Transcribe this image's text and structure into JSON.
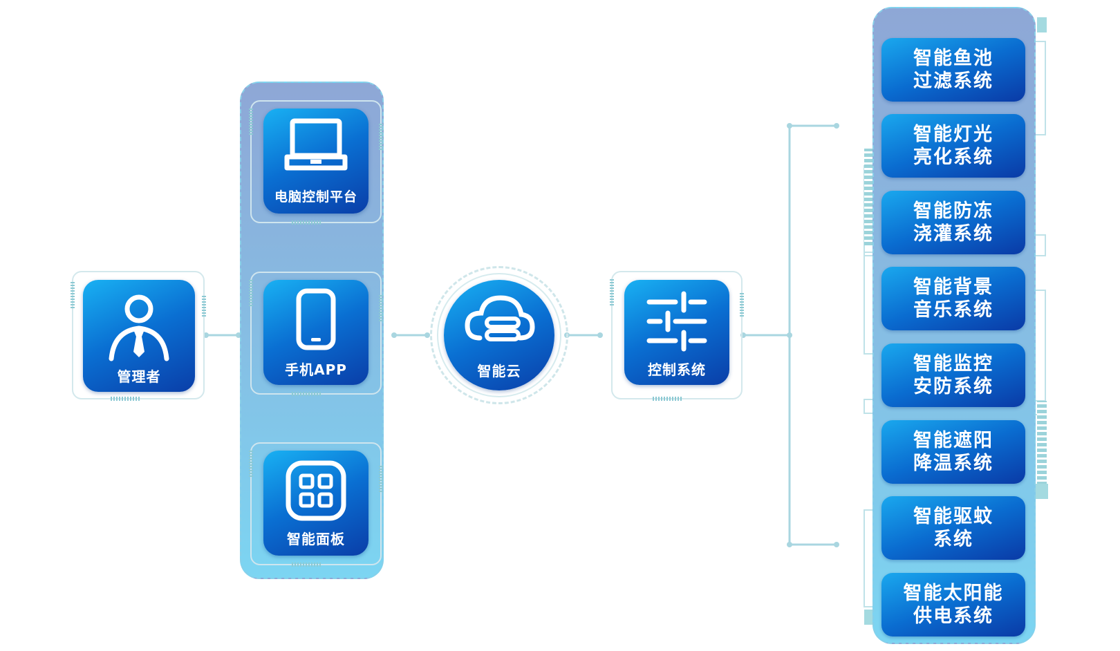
{
  "nodes": {
    "manager": {
      "label": "管理者",
      "icon": "person-tie-icon"
    },
    "pc": {
      "label": "电脑控制平台",
      "icon": "laptop-icon"
    },
    "app": {
      "label": "手机APP",
      "icon": "smartphone-icon"
    },
    "panel": {
      "label": "智能面板",
      "icon": "grid-panel-icon"
    },
    "cloud": {
      "label": "智能云",
      "icon": "cloud-icon"
    },
    "control": {
      "label": "控制系统",
      "icon": "sliders-icon"
    }
  },
  "systems": [
    {
      "line1": "智能鱼池",
      "line2": "过滤系统"
    },
    {
      "line1": "智能灯光",
      "line2": "亮化系统"
    },
    {
      "line1": "智能防冻",
      "line2": "浇灌系统"
    },
    {
      "line1": "智能背景",
      "line2": "音乐系统"
    },
    {
      "line1": "智能监控",
      "line2": "安防系统"
    },
    {
      "line1": "智能遮阳",
      "line2": "降温系统"
    },
    {
      "line1": "智能驱蚊",
      "line2": "系统"
    },
    {
      "line1": "智能太阳能",
      "line2": "供电系统"
    }
  ],
  "colors": {
    "tile_light": "#19b1f3",
    "tile_dark": "#0a3ea8",
    "connector": "#a9d6e0",
    "panel_top": "#8ea7d6",
    "panel_bottom": "#7cd5f2"
  }
}
